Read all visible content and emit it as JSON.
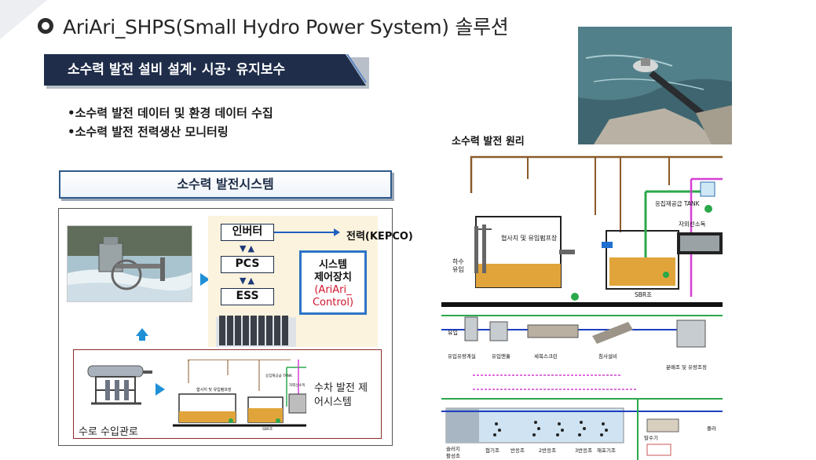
{
  "title": "AriAri_SHPS(Small Hydro Power System) 솔루션",
  "ribbon_label": "소수력 발전 설비 설계· 시공· 유지보수",
  "bullets": [
    "•소수력 발전 데이터 및 환경 데이터 수집",
    "•소수력 발전 전력생산 모니터링"
  ],
  "system_header": "소수력 발전시스템",
  "system": {
    "inverter": "인버터",
    "pcs": "PCS",
    "ess": "ESS",
    "output_label": "전력(KEPCO)",
    "controller_line1": "시스템",
    "controller_line2": "제어장치",
    "controller_line3": "(AriAri_",
    "controller_line4": "Control)",
    "pipe_label": "수로 수입관로",
    "turbine_ctrl_label": "수차 발전 제어시스템",
    "mini_labels": {
      "screen_pump": "협사지 및 유입펌프장",
      "tank": "응집재공급 TANK",
      "disinfect": "자외선소독",
      "sbr": "SBR조"
    }
  },
  "principle_label": "소수력 발전 원리",
  "diagram": {
    "tank_label": "응집재공급 TANK",
    "disinfect_label": "자외선소독",
    "screen_pump_label": "협사지 및 유입펌프장",
    "inflow_label_1": "하수",
    "inflow_label_2": "유입",
    "sbr_label": "SBR조",
    "row2": {
      "inflow": "유입",
      "items": [
        "유입유량계실",
        "유입맨홀",
        "세목스크린",
        "침사설비",
        "분배조 및 유량조정"
      ]
    },
    "row3": {
      "items": [
        "슬러지",
        "활성조",
        "혐기조",
        "반응조",
        "2반응조",
        "3반응조",
        "재포기조",
        "탈수기"
      ],
      "right_label": "플러"
    }
  },
  "colors": {
    "accent_blue": "#1f8fd6",
    "ribbon_navy": "#1f2d4a",
    "controller_red": "#d0142c",
    "controller_border": "#2d74c4",
    "diagram_pipe": "#8b5a2b",
    "diagram_green": "#2aa84a",
    "diagram_magenta": "#d43fd4"
  }
}
